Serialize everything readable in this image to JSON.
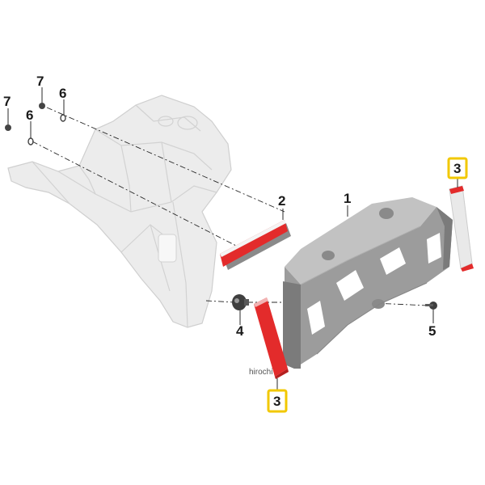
{
  "callouts": {
    "part_1": "1",
    "part_2": "2",
    "part_3_upper": "3",
    "part_3_lower": "3",
    "part_4": "4",
    "part_5": "5",
    "part_6_upper": "6",
    "part_6_lower": "6",
    "part_7_upper": "7",
    "part_7_lower": "7"
  },
  "watermark": "hirochi",
  "colors": {
    "highlight": "#f2c800",
    "reflector_red": "#e32b2b",
    "plate_gray": "#9c9c9c",
    "ghost_bracket": "#ececec"
  }
}
